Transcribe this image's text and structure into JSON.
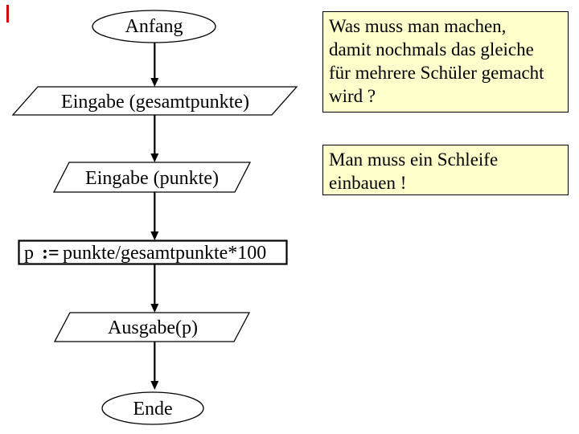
{
  "slide": {
    "background_color": "#ffffff",
    "red_mark_color": "#d40000"
  },
  "flowchart": {
    "stroke_color": "#000000",
    "fill_color": "#ffffff",
    "start_label": "Anfang",
    "input_total_label": "Eingabe (gesamtpunkte)",
    "input_points_label": "Eingabe (punkte)",
    "process": {
      "lhs": "p",
      "operator": ":=",
      "rhs": "punkte/gesamtpunkte*100"
    },
    "output_label": "Ausgabe(p)",
    "end_label": "Ende"
  },
  "notes": {
    "bg_color": "#ffffcc",
    "border_color": "#000000",
    "question": {
      "lines": [
        "Was muss man machen,",
        "damit nochmals das gleiche",
        "für mehrere Schüler gemacht",
        "wird ?"
      ]
    },
    "answer": {
      "lines": [
        "Man muss ein Schleife",
        "einbauen !"
      ]
    }
  }
}
